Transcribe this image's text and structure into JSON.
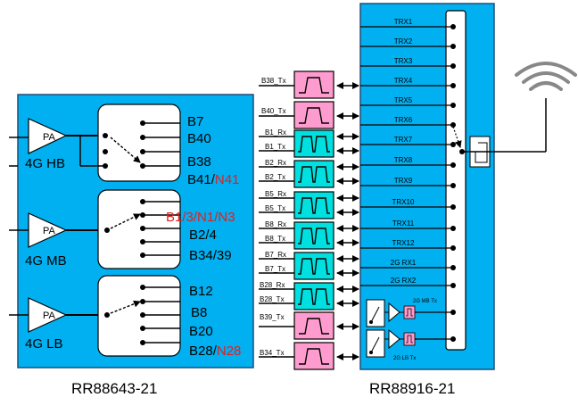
{
  "left_module": {
    "name": "RR88643-21",
    "groups": [
      {
        "pa": "PA",
        "label": "4G  HB",
        "bands": [
          "B7",
          "B40",
          "B38"
        ],
        "red_band": {
          "prefix": "B41/",
          "suffix": "N41"
        }
      },
      {
        "pa": "PA",
        "label": "4G  MB",
        "bands_red": "B1/3/N1/N3",
        "bands": [
          "B2/4",
          "B34/39"
        ]
      },
      {
        "pa": "PA",
        "label": "4G  LB",
        "bands": [
          "B12",
          "B8",
          "B20"
        ],
        "red_band": {
          "prefix": "B28/",
          "suffix": "N28"
        }
      }
    ]
  },
  "right_module": {
    "name": "RR88916-21",
    "trx": [
      "TRX1",
      "TRX2",
      "TRX3",
      "TRX4",
      "TRX5",
      "TRX6",
      "TRX7",
      "TRX8",
      "TRX9",
      "TRX10",
      "TRX11",
      "TRX12",
      "2G RX1",
      "2G RX2"
    ],
    "mb_tx": "2G MB Tx",
    "lb_tx": "2G LB Tx"
  },
  "filter_labels": [
    "B38_Tx",
    "B40_Tx",
    "B1_Rx",
    "B1_Tx",
    "B2_Rx",
    "B2_Tx",
    "B5_Rx",
    "B5_Tx",
    "B8_Rx",
    "B8_Tx",
    "B7_Rx",
    "B7_Tx",
    "B28_Rx",
    "B28_Tx",
    "B39_Tx",
    "B34_Tx"
  ],
  "colors": {
    "module": "#00b0f0",
    "filter_pink": "#ff9ccf",
    "filter_cyan": "#00e0e0"
  }
}
